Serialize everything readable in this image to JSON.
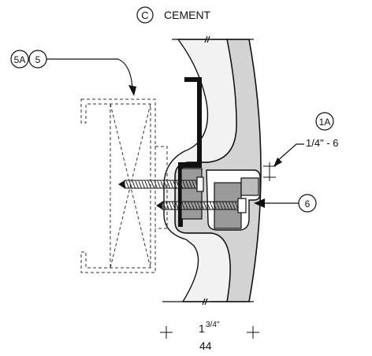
{
  "title": {
    "symbol": "C",
    "text": "CEMENT"
  },
  "callouts": {
    "frame_a": "5A",
    "frame_b": "5",
    "anchor_a": "1A",
    "anchor_dim": "1/4\" - 6",
    "screw": "6"
  },
  "dimension": {
    "whole": "1",
    "fraction": "3/4\"",
    "metric": "44"
  }
}
